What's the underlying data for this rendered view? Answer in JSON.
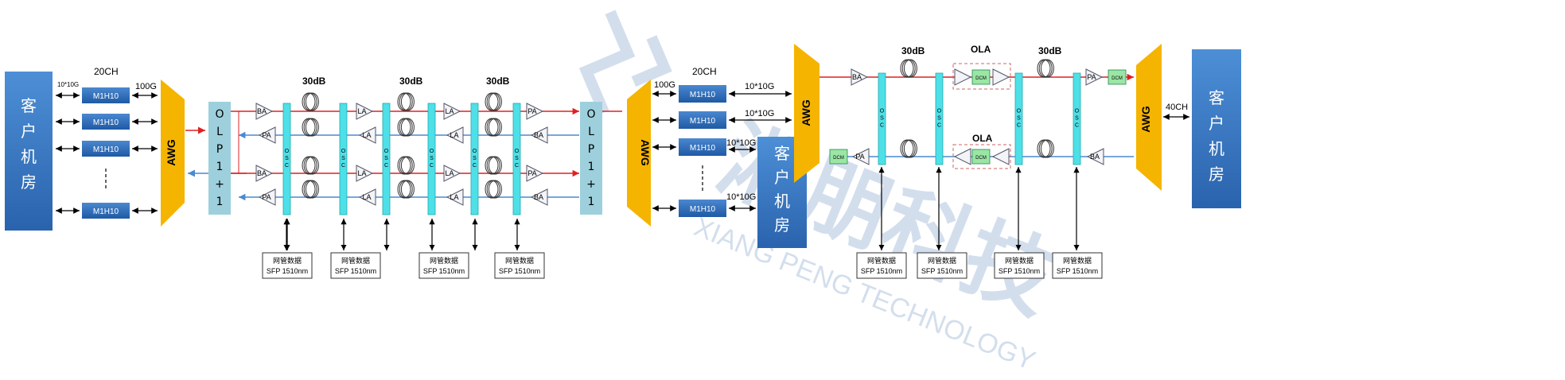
{
  "left": {
    "client_room": "客户机房",
    "link_rate": "10*10G",
    "channel_count": "20CH",
    "uplink": "100G",
    "transponder": "M1H10",
    "awg": "AWG",
    "olp": "OLP1+1",
    "ba": "BA",
    "pa": "PA",
    "la": "LA",
    "osc": "OSC",
    "span_loss": "30dB",
    "mgmt_label": "网管数据",
    "sfp_label": "SFP 1510nm"
  },
  "middle": {
    "uplink": "100G",
    "channel_count": "20CH",
    "transponder": "M1H10",
    "link_rate": "10*10G",
    "client_room": "客户机房",
    "awg": "AWG"
  },
  "right": {
    "awg": "AWG",
    "span_loss": "30dB",
    "ola": "OLA",
    "ba": "BA",
    "pa": "PA",
    "osc": "OSC",
    "dcm": "DCM",
    "channel_count": "40CH",
    "client_room": "客户机房",
    "mgmt_label": "网管数据",
    "sfp_label": "SFP 1510nm"
  },
  "watermark": {
    "text_cn": "湘朋科技",
    "text_en": "XIANG PENG TECHNOLOGY"
  },
  "colors": {
    "client_room": "#3a78c2",
    "transponder": "#2e6db4",
    "awg": "#f5b400",
    "olp": "#9dd0dc",
    "osc": "#4ee0e8",
    "dcm": "#9be6a4",
    "signal_red": "#e02020",
    "signal_blue": "#4a8ad0"
  }
}
